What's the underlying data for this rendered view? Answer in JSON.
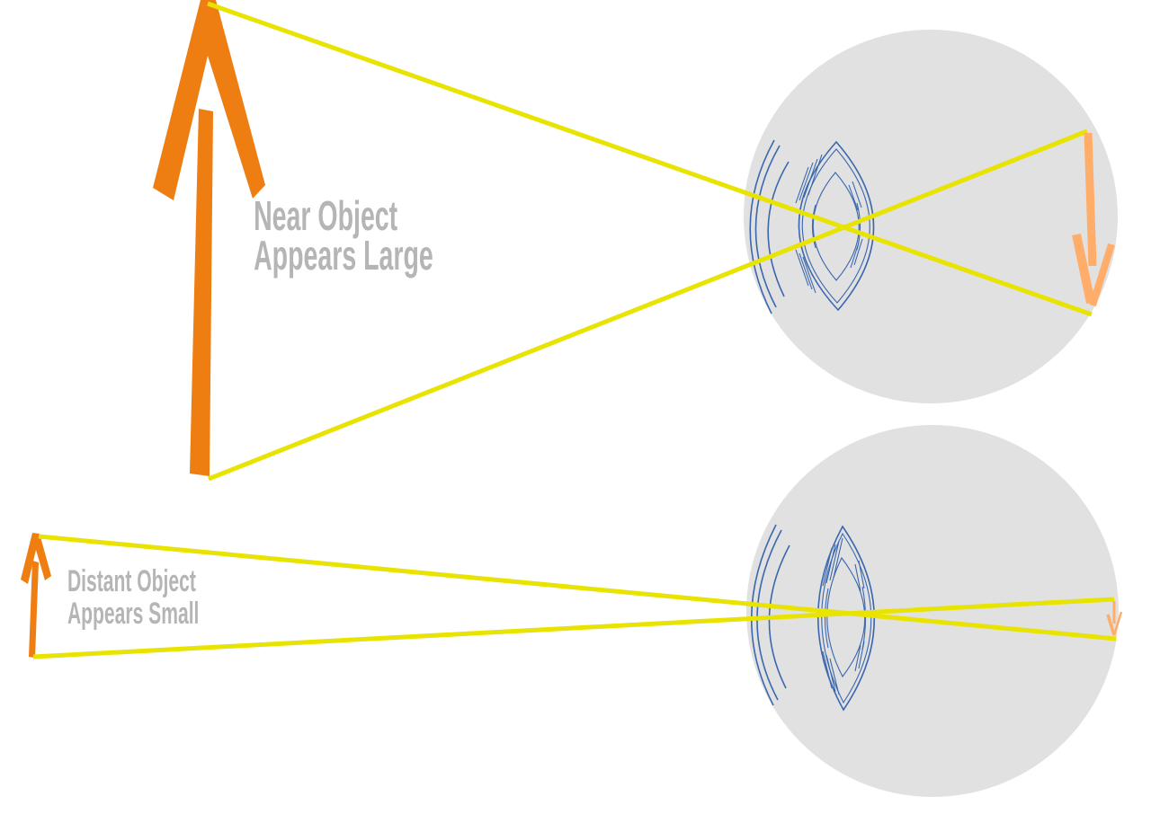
{
  "labels": {
    "near": {
      "line1": "Near Object",
      "line2": "Appears Large"
    },
    "distant": {
      "line1": "Distant Object",
      "line2": "Appears Small"
    }
  },
  "scenes": [
    {
      "id": "near",
      "label": "Near Object Appears Large",
      "object_arrow": "large upward orange arrow",
      "retinal_image_arrow": "large inverted (downward) pale-orange arrow on retina"
    },
    {
      "id": "distant",
      "label": "Distant Object Appears Small",
      "object_arrow": "small upward orange arrow",
      "retinal_image_arrow": "small inverted (downward) pale-orange arrow on retina"
    }
  ],
  "colors": {
    "background": "#ffffff",
    "eyeball_gray": "#e1e1e1",
    "lens_blue": "#3a67ae",
    "ray_yellow": "#e8e300",
    "object_orange": "#ee7d12",
    "image_orange": "#ffad69",
    "label_gray": "#b5b5b5"
  }
}
